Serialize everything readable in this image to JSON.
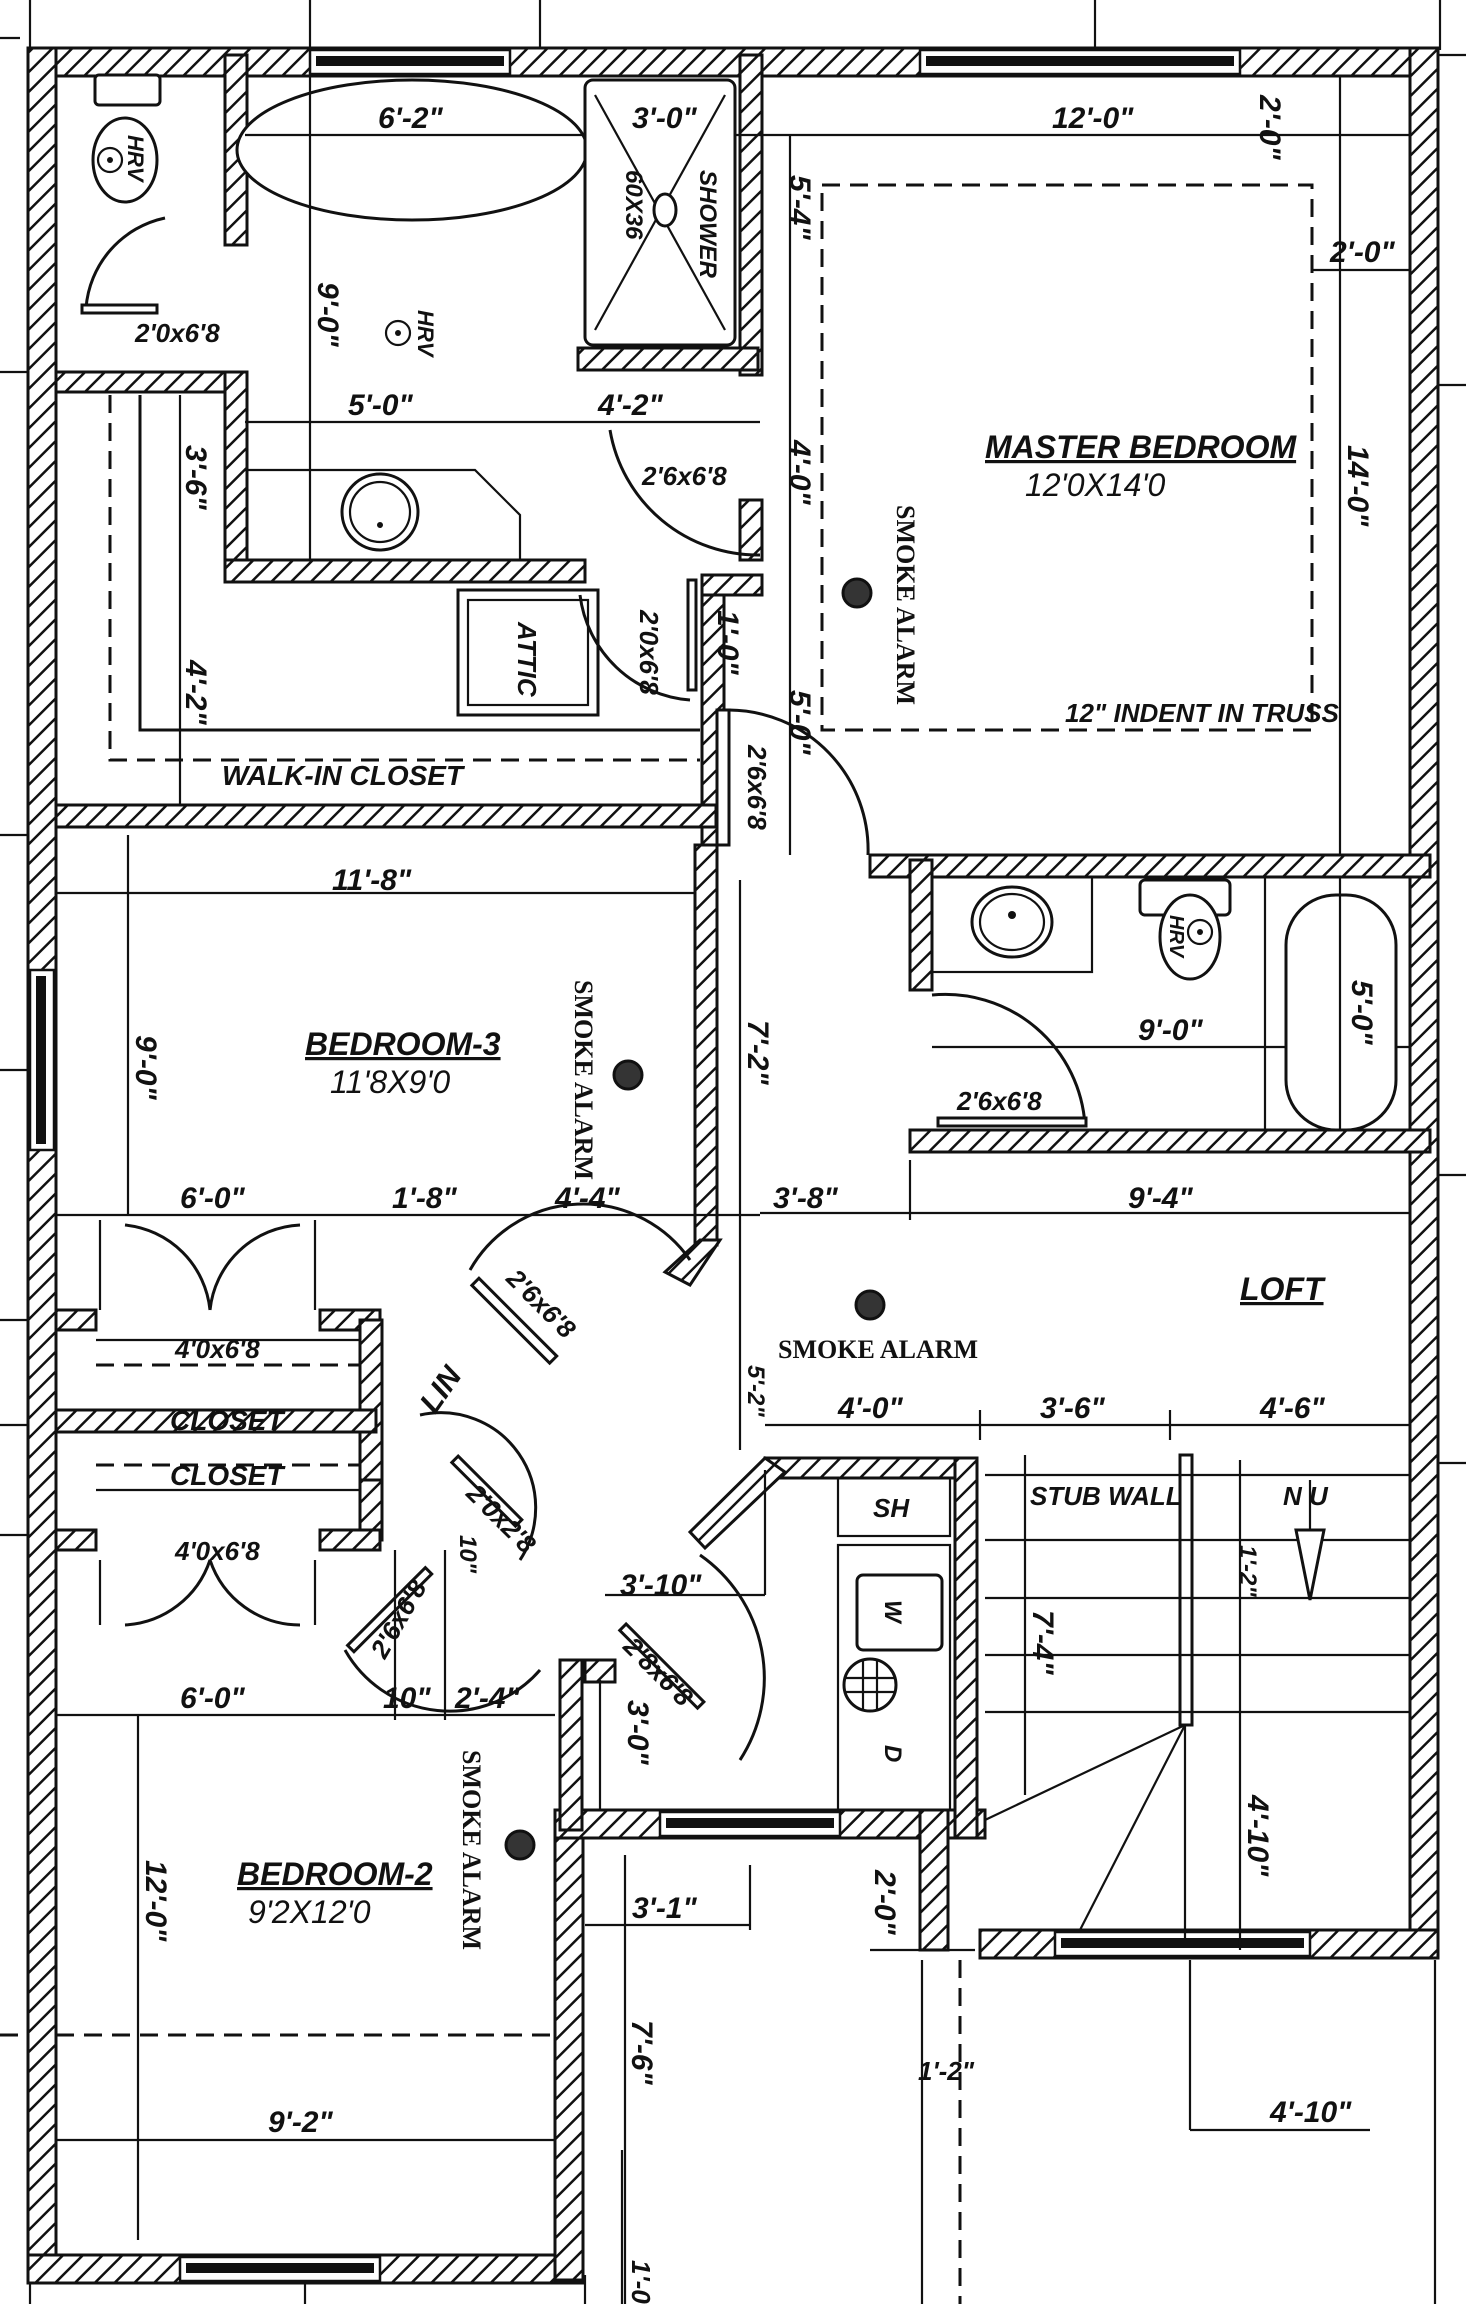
{
  "title": "Second Floor Plan",
  "rooms": {
    "master_bedroom": {
      "name": "MASTER BEDROOM",
      "size": "12'0X14'0",
      "note": "12\" INDENT IN TRUSS"
    },
    "bedroom3": {
      "name": "BEDROOM-3",
      "size": "11'8X9'0"
    },
    "bedroom2": {
      "name": "BEDROOM-2",
      "size": "9'2X12'0"
    },
    "loft": {
      "name": "LOFT"
    },
    "walk_in_closet": {
      "name": "WALK-IN CLOSET"
    },
    "closet_upper": {
      "name": "CLOSET"
    },
    "closet_lower": {
      "name": "CLOSET"
    },
    "linen": {
      "name": "LIN"
    },
    "attic": {
      "name": "ATTIC"
    },
    "shower": {
      "name": "SHOWER",
      "size": "60X36"
    },
    "stub_wall": {
      "name": "STUB WALL"
    },
    "stair_dir": {
      "name": "N U"
    }
  },
  "fixtures": {
    "hrv_label": "HRV",
    "smoke_alarm_label": "SMOKE ALARM",
    "washer": "W",
    "dryer": "D",
    "shelf": "SH"
  },
  "doors": {
    "master_wc": "2'0x6'8",
    "master_bath": "2'6x6'8",
    "attic_door": "2'0x6'8",
    "master_entry": "2'6x6'8",
    "hall_bath": "2'6x6'8",
    "closet_upper": "4'0x6'8",
    "closet_lower": "4'0x6'8",
    "bed3_door": "2'6x6'8",
    "linen_door": "2'0x2'8",
    "bed2_door": "2'6x6'8",
    "laundry_door": "2'8x6'8"
  },
  "dimensions": {
    "tub_width": "6'-2\"",
    "shower_width": "3'-0\"",
    "master_bath_depth": "9'-0\"",
    "vanity_width": "5'-0\"",
    "bath_offset": "4'-2\"",
    "closet_depth": "3'-6\"",
    "closet_span": "4'-2\"",
    "master_width": "12'-0\"",
    "master_depth": "14'-0\"",
    "truss_top": "2'-0\"",
    "truss_right": "2'-0\"",
    "master_seg1": "5'-4\"",
    "master_seg2": "4'-0\"",
    "master_seg3": "1'-0\"",
    "master_seg4": "5'-0\"",
    "bed3_width": "11'-8\"",
    "bed3_depth": "9'-0\"",
    "hall_len": "7'-2\"",
    "hall_bath_width": "9'-0\"",
    "hall_tub": "5'-0\"",
    "bed3_closet": "6'-0\"",
    "bed3_mid": "1'-8\"",
    "bed3_right": "4'-4\"",
    "hall_seg": "3'-8\"",
    "loft_width": "9'-4\"",
    "loft_depth": "5'-2\"",
    "stair_a": "4'-0\"",
    "stair_b": "3'-6\"",
    "stair_c": "4'-6\"",
    "laundry_w": "3'-10\"",
    "linen_w": "10\"",
    "stair_run": "7'-4\"",
    "stair_tread": "1'-2\"",
    "landing": "4'-10\"",
    "bed2_closet": "6'-0\"",
    "bed2_a": "10\"",
    "bed2_b": "2'-4\"",
    "laundry_depth": "3'-0\"",
    "bed2_depth": "12'-0\"",
    "bed2_width": "9'-2\"",
    "porch_w": "3'-1\"",
    "porch_depth": "7'-6\"",
    "porch_step": "2'-0\"",
    "porch_post": "1'-2\"",
    "garage_ext": "4'-10\"",
    "base_ext": "1'-0\""
  }
}
